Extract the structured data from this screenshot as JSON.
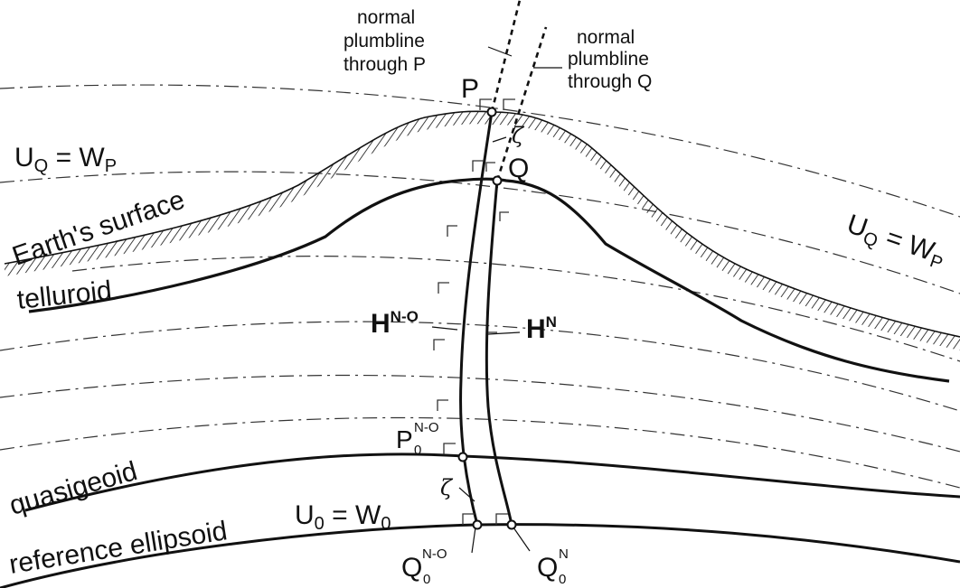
{
  "labels": {
    "normal_plumbline_p": [
      "normal",
      "plumbline",
      "through P"
    ],
    "normal_plumbline_q": [
      "normal",
      "plumbline",
      "through Q"
    ],
    "point_p": "P",
    "point_q": "Q",
    "zeta_top": "ζ",
    "zeta_bottom": "ζ",
    "uq_wp_left": {
      "u": "U",
      "sub_u": "Q",
      "eq": " = W",
      "sub_w": "P"
    },
    "uq_wp_right": {
      "u": "U",
      "sub_u": "Q",
      "eq": " = W",
      "sub_w": "P"
    },
    "earths_surface": "Earth's surface",
    "telluroid": "telluroid",
    "h_no": {
      "main": "H",
      "sup": "N-O"
    },
    "h_n": {
      "main": "H",
      "sup": "N"
    },
    "p0_no": {
      "main": "P",
      "sub": "0",
      "sup": "N-O"
    },
    "quasigeoid": "quasigeoid",
    "reference_ellipsoid": "reference ellipsoid",
    "u0_w0": {
      "u": "U",
      "sub_u": "0",
      "eq": " = W",
      "sub_w": "0"
    },
    "q0_no": {
      "main": "Q",
      "sub": "0",
      "sup": "N-O"
    },
    "q0_n": {
      "main": "Q",
      "sub": "0",
      "sup": "N"
    }
  },
  "colors": {
    "ink": "#111111",
    "background": "#ffffff"
  }
}
